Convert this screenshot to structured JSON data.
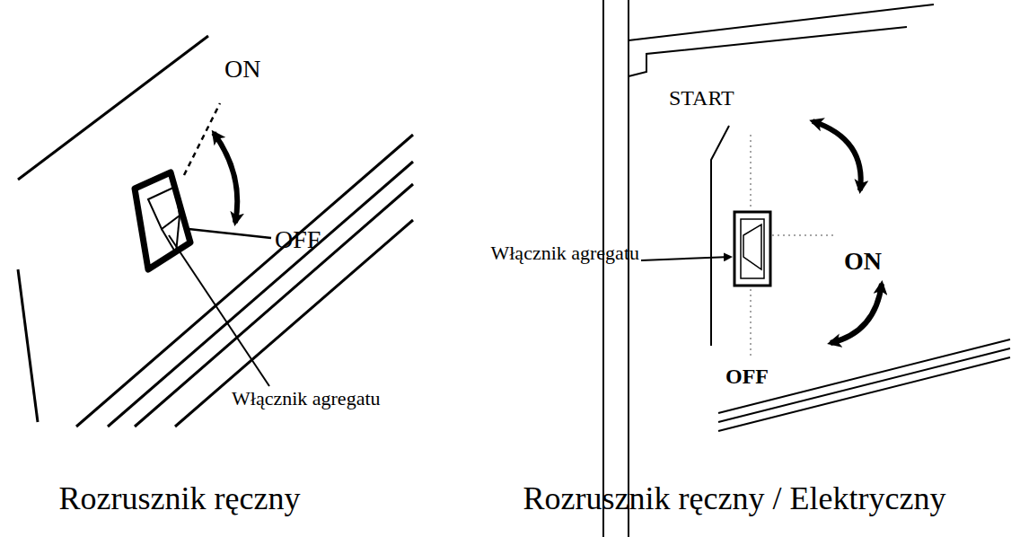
{
  "diagram": {
    "labels": [
      "ON",
      "OFF",
      "Włącznik agregatu",
      "START",
      "Włącznik agregatu",
      "ON",
      "OFF",
      "Rozrusznik ręczny",
      "Rozrusznik ręczny / Elektryczny"
    ]
  }
}
